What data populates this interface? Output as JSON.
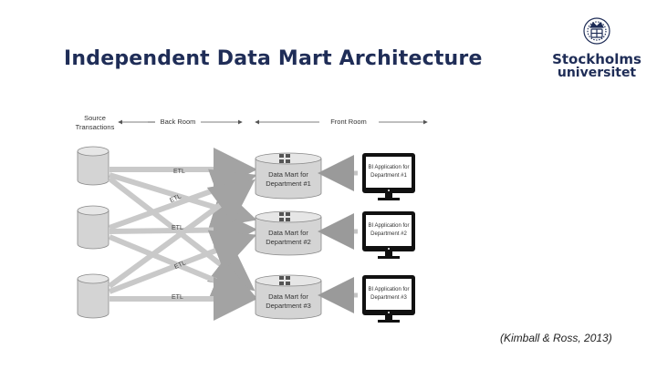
{
  "slide": {
    "title": "Independent Data Mart Architecture",
    "citation": "(Kimball & Ross, 2013)"
  },
  "logo": {
    "line1": "Stockholms",
    "line2": "universitet",
    "icon": "crown-seal-icon"
  },
  "diagram": {
    "header_source": [
      "Source",
      "Transactions"
    ],
    "header_back": "Back Room",
    "header_front": "Front Room",
    "etl_labels": [
      "ETL",
      "ETL",
      "ETL",
      "ETL",
      "ETL"
    ],
    "marts": [
      {
        "lines": [
          "Data Mart for",
          "Department #1"
        ]
      },
      {
        "lines": [
          "Data Mart for",
          "Department #2"
        ]
      },
      {
        "lines": [
          "Data Mart for",
          "Department #3"
        ]
      }
    ],
    "apps": [
      {
        "lines": [
          "BI Application for",
          "Department #1"
        ]
      },
      {
        "lines": [
          "BI Application for",
          "Department #2"
        ]
      },
      {
        "lines": [
          "BI Application for",
          "Department #3"
        ]
      }
    ],
    "colors": {
      "cylinder": "#d4d4d4",
      "arrow": "#bdbdbd",
      "monitor": "#111111",
      "title": "#1f2d57"
    }
  }
}
